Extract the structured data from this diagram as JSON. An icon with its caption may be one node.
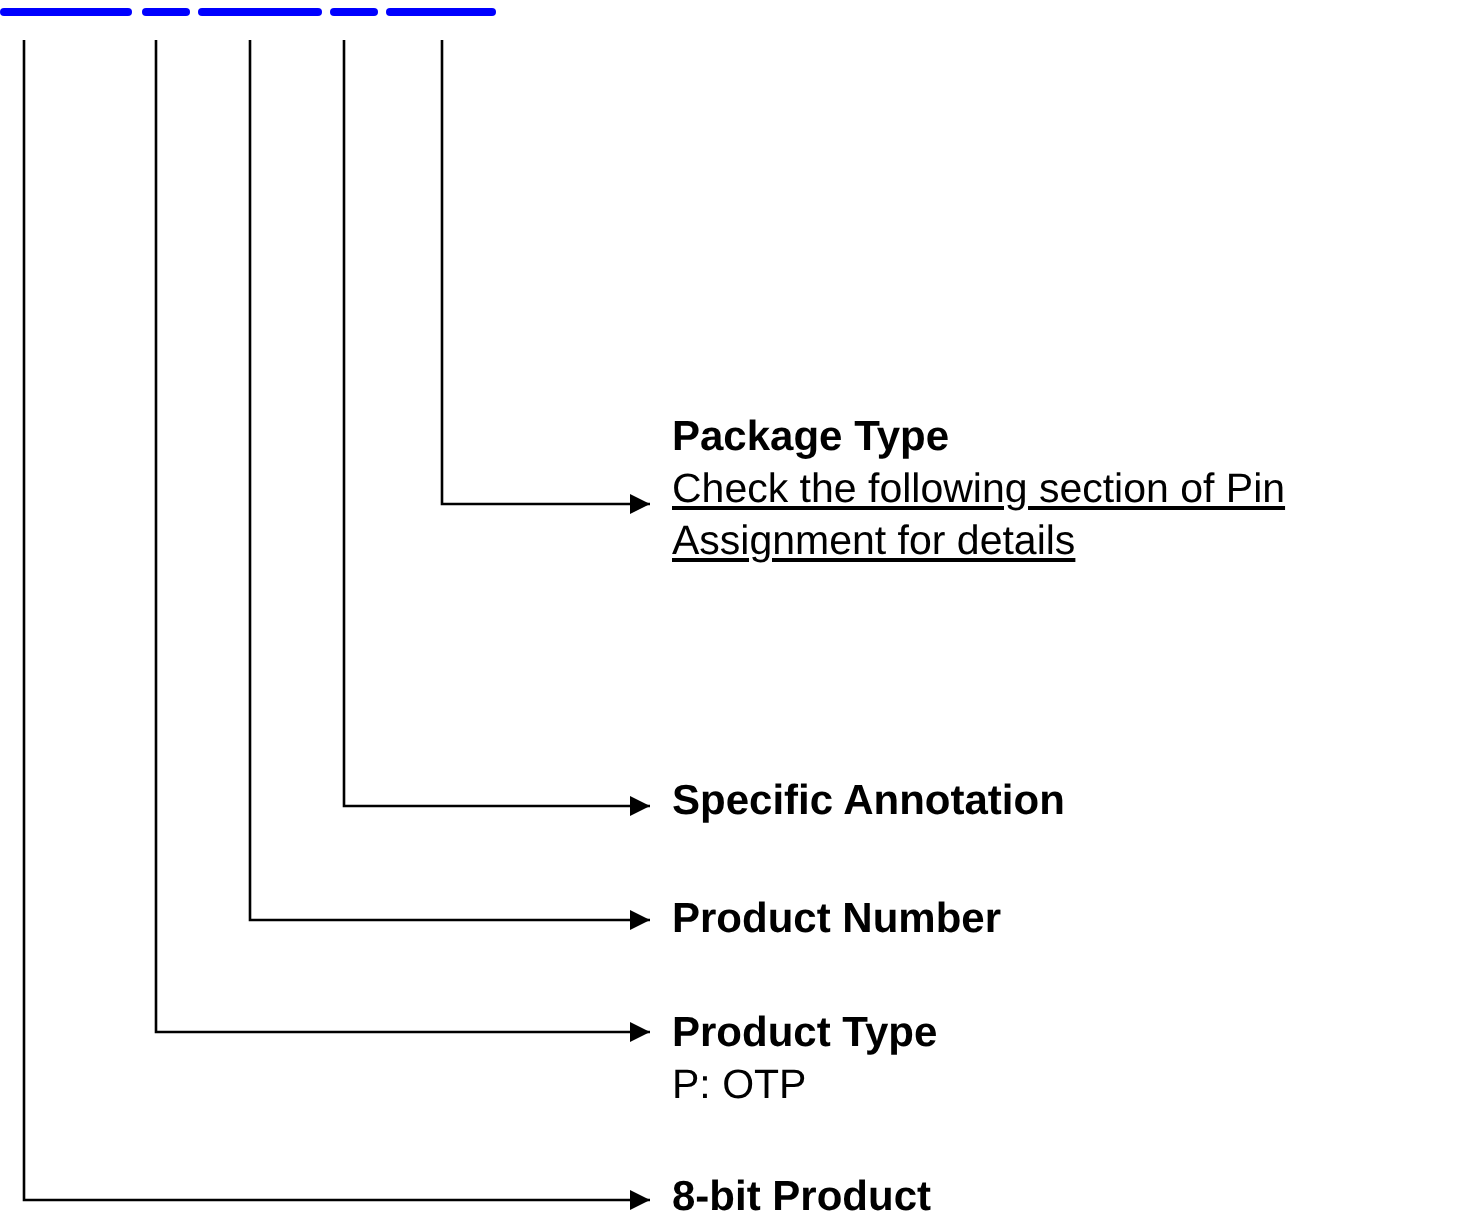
{
  "diagram": {
    "nodes": [
      {
        "text": [],
        "shape": "bar"
      },
      {
        "text": [],
        "shape": "bar"
      },
      {
        "text": [],
        "shape": "bar"
      },
      {
        "text": [],
        "shape": "bar"
      },
      {
        "text": [],
        "shape": "bar"
      },
      {
        "text": [
          "Package Type",
          "Check the following section of Pin Assignment for details"
        ]
      },
      {
        "text": [
          "Specific Annotation"
        ]
      },
      {
        "text": [
          "Product Number"
        ]
      },
      {
        "text": [
          "Product Type",
          "P: OTP"
        ]
      },
      {
        "text": [
          "8-bit Product"
        ]
      }
    ],
    "edges": [
      {
        "from": 4,
        "to": 5,
        "arrow": "to"
      },
      {
        "from": 3,
        "to": 6,
        "arrow": "to"
      },
      {
        "from": 2,
        "to": 7,
        "arrow": "to"
      },
      {
        "from": 1,
        "to": 8,
        "arrow": "to"
      },
      {
        "from": 0,
        "to": 9,
        "arrow": "to"
      }
    ]
  }
}
